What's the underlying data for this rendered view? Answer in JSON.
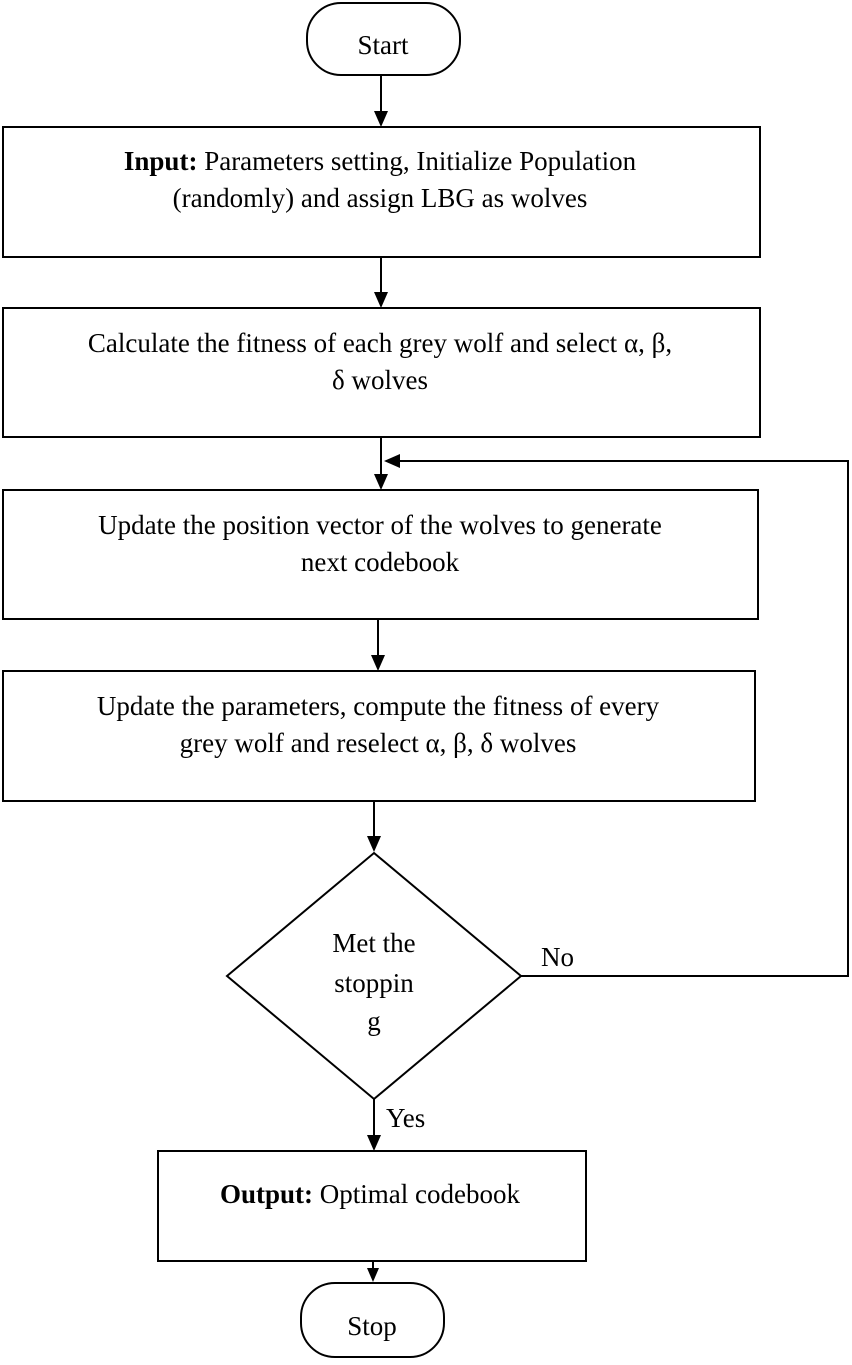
{
  "nodes": {
    "start": {
      "text": "Start"
    },
    "input": {
      "bold": "Input:",
      "line1": " Parameters setting, Initialize Population",
      "line2": "(randomly) and assign LBG as wolves"
    },
    "fitness": {
      "line1": "Calculate the fitness of each grey wolf and select α, β,",
      "line2": "δ wolves"
    },
    "update_position": {
      "line1": "Update the position vector of the wolves to generate",
      "line2": "next codebook"
    },
    "update_params": {
      "line1": "Update the parameters, compute the fitness of every",
      "line2": "grey wolf and reselect α, β, δ wolves"
    },
    "decision": {
      "line1": "Met the",
      "line2": "stoppin",
      "line3": "g"
    },
    "output": {
      "bold": "Output:",
      "text": " Optimal codebook"
    },
    "stop": {
      "text": "Stop"
    }
  },
  "edges": {
    "no_label": "No",
    "yes_label": "Yes"
  }
}
